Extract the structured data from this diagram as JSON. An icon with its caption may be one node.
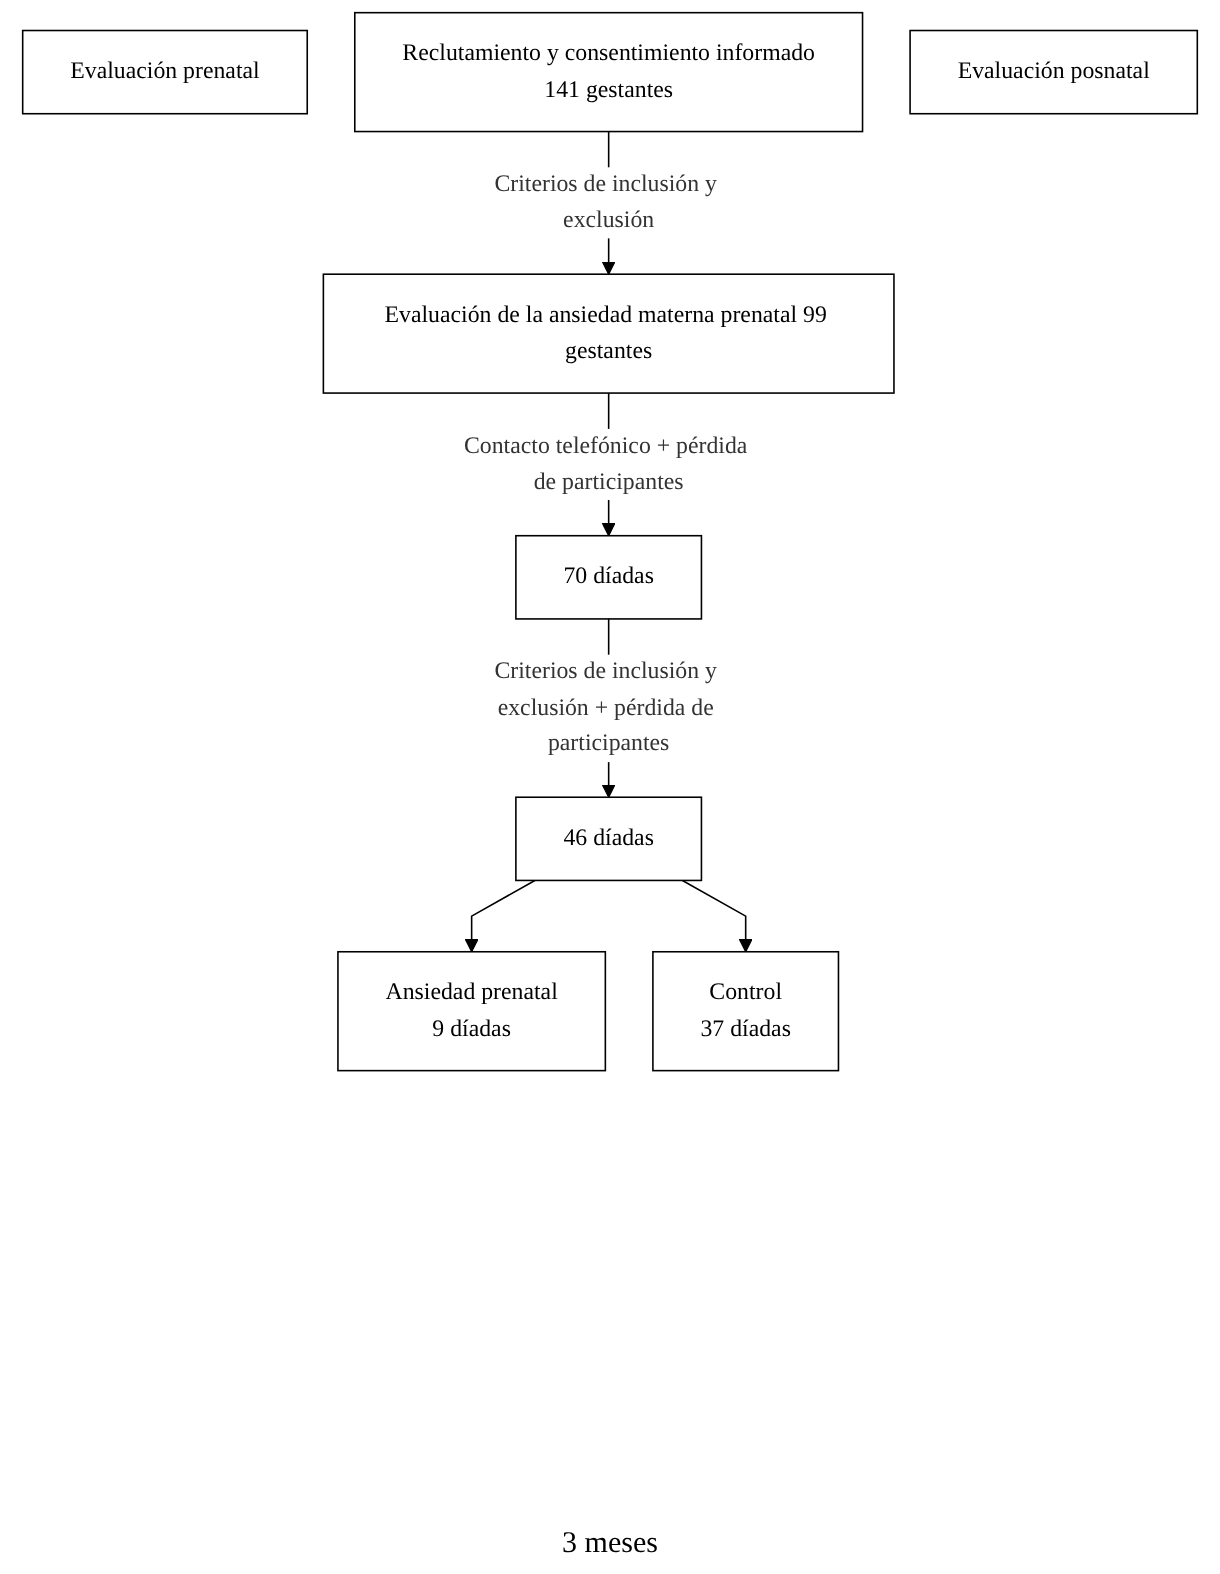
{
  "diagram": {
    "nodes": [
      {
        "text": [
          "Evaluación prenatal"
        ]
      },
      {
        "text": [
          "Reclutamiento y consentimiento informado",
          "141 gestantes"
        ]
      },
      {
        "text": [
          "Evaluación de la ansiedad materna prenatal 99 gestantes"
        ]
      },
      {
        "text": [
          "Evaluación posnatal"
        ]
      },
      {
        "text": [
          "70 díadas"
        ]
      },
      {
        "text": [
          "46 díadas"
        ]
      },
      {
        "text": [
          "Ansiedad prenatal",
          "9 díadas"
        ]
      },
      {
        "text": [
          "Control",
          "37 díadas"
        ]
      }
    ],
    "edges": [
      {
        "from": 1,
        "to": 2,
        "arrow": "to",
        "label": "Criterios de inclusión y exclusión"
      },
      {
        "from": 2,
        "to": 4,
        "arrow": "to",
        "label": "Contacto telefónico + pérdida de participantes"
      },
      {
        "from": 4,
        "to": 5,
        "arrow": "to",
        "label": "Criterios de inclusión y exclusión + pérdida de participantes"
      },
      {
        "from": 5,
        "to": 6,
        "arrow": "to"
      },
      {
        "from": 5,
        "to": 7,
        "arrow": "to"
      }
    ],
    "labels": [
      "3 meses"
    ]
  }
}
